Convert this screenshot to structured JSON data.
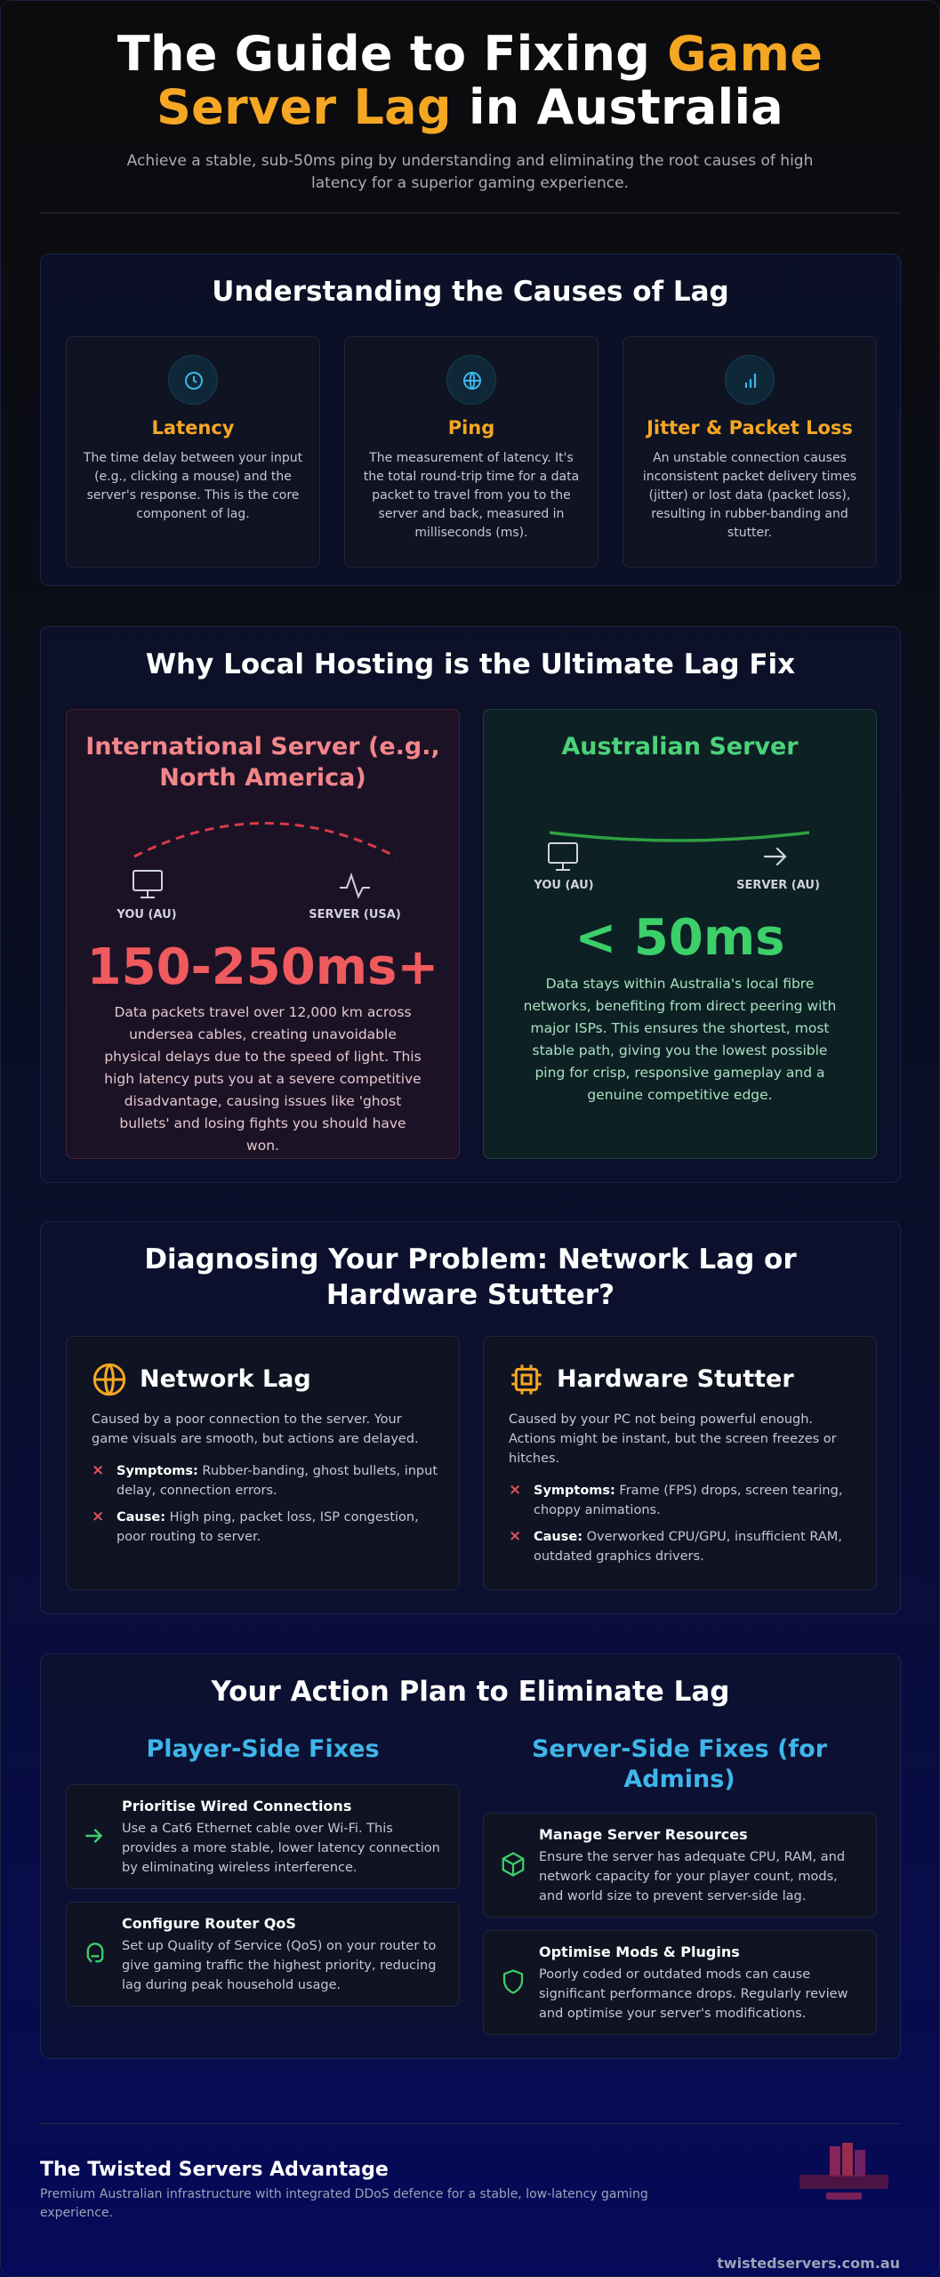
{
  "hero": {
    "title_part1": "The Guide to Fixing ",
    "title_accent1": "Game",
    "title_accent2": "Server Lag",
    "title_part2": " in Australia",
    "subtitle": "Achieve a stable, sub-50ms ping by understanding and eliminating the root causes of high latency for a superior gaming experience."
  },
  "causes": {
    "title": "Understanding the Causes of Lag",
    "items": [
      {
        "icon": "clock-icon",
        "title": "Latency",
        "text": "The time delay between your input (e.g., clicking a mouse) and the server's response. This is the core component of lag."
      },
      {
        "icon": "globe-icon",
        "title": "Ping",
        "text": "The measurement of latency. It's the total round-trip time for a data packet to travel from you to the server and back, measured in milliseconds (ms)."
      },
      {
        "icon": "signal-bars-icon",
        "title": "Jitter & Packet Loss",
        "text": "An unstable connection causes inconsistent packet delivery times (jitter) or lost data (packet loss), resulting in rubber-banding and stutter."
      }
    ]
  },
  "hosting": {
    "title": "Why Local Hosting is the Ultimate Lag Fix",
    "international": {
      "title": "International Server (e.g., North America)",
      "you_label": "YOU (AU)",
      "server_label": "SERVER (USA)",
      "ping": "150-250ms+",
      "text": "Data packets travel over 12,000 km across undersea cables, creating unavoidable physical delays due to the speed of light. This high latency puts you at a severe competitive disadvantage, causing issues like 'ghost bullets' and losing fights you should have won.",
      "color": "#ef5a5f"
    },
    "australian": {
      "title": "Australian Server",
      "you_label": "YOU (AU)",
      "server_label": "SERVER (AU)",
      "ping": "< 50ms",
      "text": "Data stays within Australia's local fibre networks, benefiting from direct peering with major ISPs. This ensures the shortest, most stable path, giving you the lowest possible ping for crisp, responsive gameplay and a genuine competitive edge.",
      "color": "#3ccf6a"
    }
  },
  "diagnose": {
    "title": "Diagnosing Your Problem: Network Lag or Hardware Stutter?",
    "network": {
      "icon": "globe-icon",
      "title": "Network Lag",
      "desc": "Caused by a poor connection to the server. Your game visuals are smooth, but actions are delayed.",
      "symptoms_label": "Symptoms:",
      "symptoms": " Rubber-banding, ghost bullets, input delay, connection errors.",
      "cause_label": "Cause:",
      "cause": " High ping, packet loss, ISP congestion, poor routing to server."
    },
    "hardware": {
      "icon": "cpu-icon",
      "title": "Hardware Stutter",
      "desc": "Caused by your PC not being powerful enough. Actions might be instant, but the screen freezes or hitches.",
      "symptoms_label": "Symptoms:",
      "symptoms": " Frame (FPS) drops, screen tearing, choppy animations.",
      "cause_label": "Cause:",
      "cause": " Overworked CPU/GPU, insufficient RAM, outdated graphics drivers."
    }
  },
  "action": {
    "title": "Your Action Plan to Eliminate Lag",
    "player_title": "Player-Side Fixes",
    "server_title": "Server-Side Fixes (for Admins)",
    "player": [
      {
        "icon": "arrow-right-icon",
        "title": "Prioritise Wired Connections",
        "text": "Use a Cat6 Ethernet cable over Wi-Fi. This provides a more stable, lower latency connection by eliminating wireless interference."
      },
      {
        "icon": "router-icon",
        "title": "Configure Router QoS",
        "text": "Set up Quality of Service (QoS) on your router to give gaming traffic the highest priority, reducing lag during peak household usage."
      }
    ],
    "server": [
      {
        "icon": "cube-icon",
        "title": "Manage Server Resources",
        "text": "Ensure the server has adequate CPU, RAM, and network capacity for your player count, mods, and world size to prevent server-side lag."
      },
      {
        "icon": "shield-icon",
        "title": "Optimise Mods & Plugins",
        "text": "Poorly coded or outdated mods can cause significant performance drops. Regularly review and optimise your server's modifications."
      }
    ]
  },
  "footer": {
    "title": "The Twisted Servers Advantage",
    "text": "Premium Australian infrastructure with integrated DDoS defence for a stable, low-latency gaming experience.",
    "url": "twistedservers.com.au"
  }
}
